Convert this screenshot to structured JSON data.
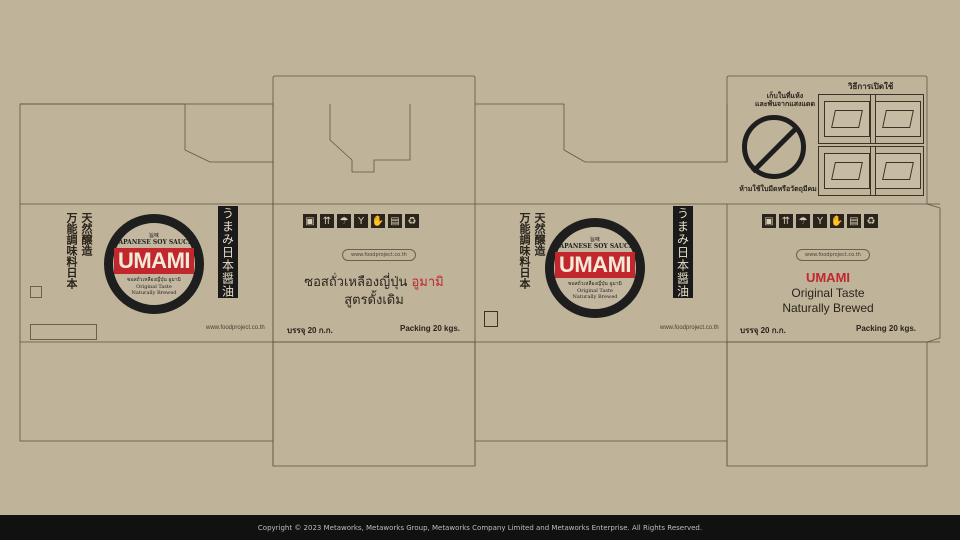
{
  "panel_a": {
    "kanji_line1": "天然醸造",
    "kanji_line2": "万能調味料日本",
    "vertical_title": "うまみ日本醤油",
    "logo": {
      "top_kanji": "旨味",
      "sub": "JAPANESE SOY SAUCE",
      "brand": "UMAMI",
      "thai": "ซอสถั่วเหลืองญี่ปุ่น อูมามิ",
      "line1": "Original Taste",
      "line2": "Naturally Brewed"
    },
    "website": "www.foodproject.co.th"
  },
  "panel_b": {
    "url": "www.foodproject.co.th",
    "thai_line1": "ซอสถั่วเหลืองญี่ปุ่น",
    "thai_brand": "อูมามิ",
    "thai_line2": "สูตรดั้งเดิม",
    "pack_thai": "บรรจุ 20 ก.ก.",
    "pack_en": "Packing 20 kgs."
  },
  "panel_c": {
    "kanji_line1": "天然醸造",
    "kanji_line2": "万能調味料日本",
    "vertical_title": "うまみ日本醤油",
    "logo": {
      "top_kanji": "旨味",
      "sub": "JAPANESE SOY SAUCE",
      "brand": "UMAMI",
      "thai": "ซอสถั่วเหลืองญี่ปุ่น อูมามิ",
      "line1": "Original Taste",
      "line2": "Naturally Brewed"
    },
    "website": "www.foodproject.co.th"
  },
  "panel_d": {
    "storage_line1": "เก็บในที่แห้ง",
    "storage_line2": "และพ้นจากแสงแดด",
    "no_knife": "ห้ามใช้ใบมีดหรือวัตถุมีคม",
    "open_title": "วิธีการเปิดใช้",
    "url": "www.foodproject.co.th",
    "brand": "UMAMI",
    "line1": "Original Taste",
    "line2": "Naturally Brewed",
    "pack_thai": "บรรจุ 20 ก.ก.",
    "pack_en": "Packing 20 kgs."
  },
  "footer": {
    "copyright": "Copyright © 2023 Metaworks, Metaworks Group, Metaworks Company Limited and Metaworks Enterprise. All Rights Reserved."
  }
}
